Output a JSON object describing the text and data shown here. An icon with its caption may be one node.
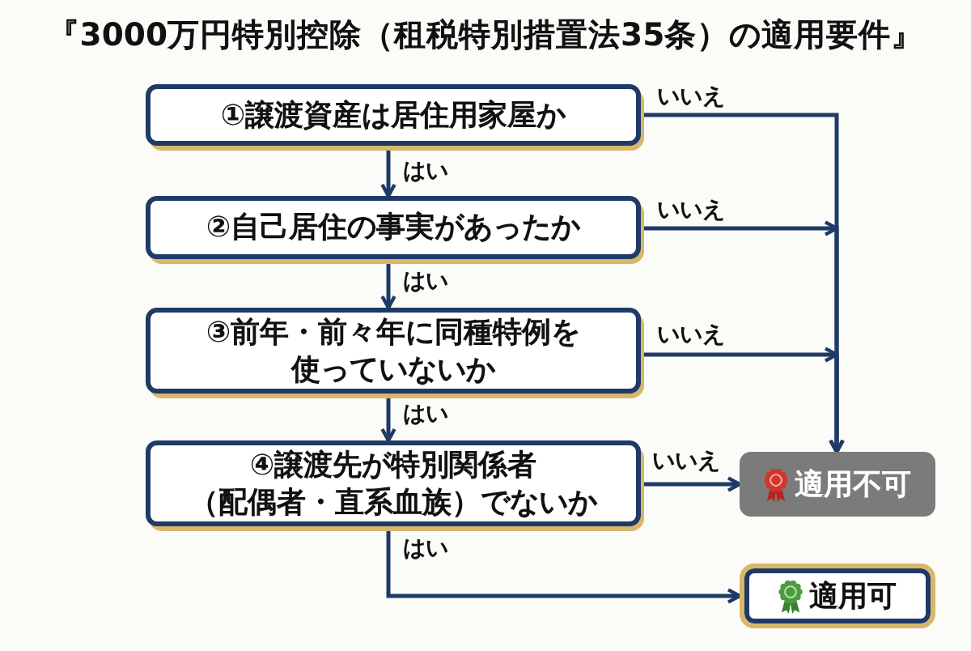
{
  "diagram": {
    "title": "『3000万円特別控除（租税特別措置法35条）の適用要件』",
    "nodes": [
      {
        "text": [
          "①譲渡資産は居住用家屋か"
        ]
      },
      {
        "text": [
          "②自己居住の事実があったか"
        ]
      },
      {
        "text": [
          "③前年・前々年に同種特例を使っていないか"
        ]
      },
      {
        "text": [
          "④譲渡先が特別関係者（配偶者・直系血族）でないか"
        ]
      },
      {
        "text": [
          "適用不可"
        ]
      },
      {
        "text": [
          "適用可"
        ]
      }
    ],
    "edges": [
      {
        "from": 0,
        "to": 1,
        "arrow": "to",
        "label": "はい"
      },
      {
        "from": 0,
        "to": 4,
        "arrow": "to",
        "label": "いいえ"
      },
      {
        "from": 1,
        "to": 2,
        "arrow": "to",
        "label": "はい"
      },
      {
        "from": 1,
        "to": 4,
        "arrow": "to",
        "label": "いいえ"
      },
      {
        "from": 2,
        "to": 3,
        "arrow": "to",
        "label": "はい"
      },
      {
        "from": 2,
        "to": 4,
        "arrow": "to",
        "label": "いいえ"
      },
      {
        "from": 3,
        "to": 4,
        "arrow": "to",
        "label": "いいえ"
      },
      {
        "from": 3,
        "to": 5,
        "arrow": "to",
        "label": "はい"
      }
    ]
  }
}
